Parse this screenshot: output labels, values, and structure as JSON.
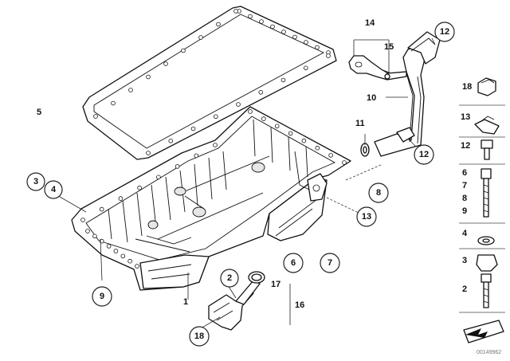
{
  "diagram": {
    "watermark_id": "00149962",
    "labels": {
      "l1": "1",
      "l2": "2",
      "l3": "3",
      "l4": "4",
      "l5": "5",
      "l6": "6",
      "l7": "7",
      "l8": "8",
      "l9": "9",
      "l10": "10",
      "l11": "11",
      "l12a": "12",
      "l12b": "12",
      "l13": "13",
      "l14": "14",
      "l15": "15",
      "l16": "16",
      "l17": "17",
      "l18": "18"
    },
    "legend": {
      "r18": "18",
      "r13": "13",
      "r12": "12",
      "r6": "6",
      "r7": "7",
      "r8": "8",
      "r9": "9",
      "r4": "4",
      "r3": "3",
      "r2": "2"
    }
  }
}
